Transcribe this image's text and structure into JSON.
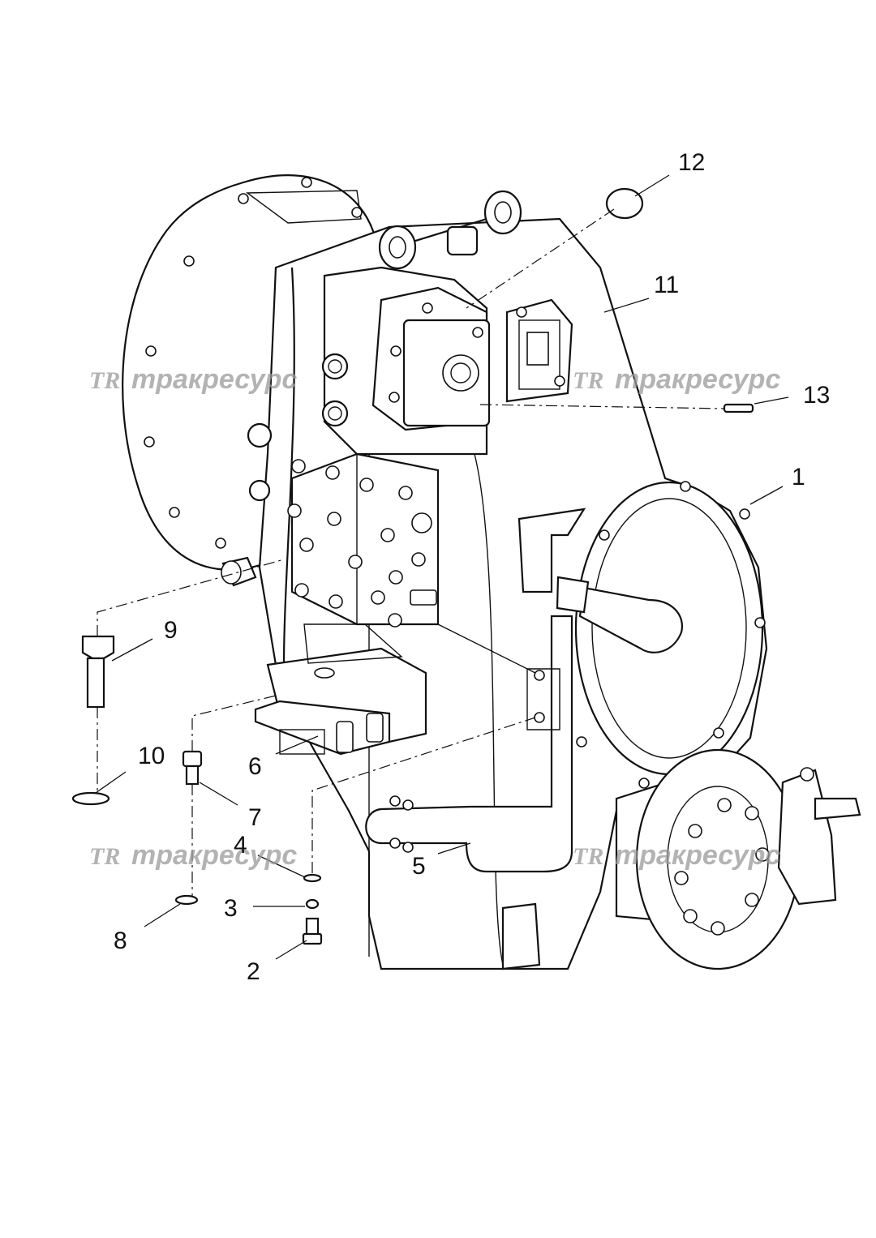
{
  "diagram": {
    "watermark": {
      "logo": "TR",
      "text": "тракресурс"
    },
    "callouts": {
      "c1": "1",
      "c2": "2",
      "c3": "3",
      "c4": "4",
      "c5": "5",
      "c6": "6",
      "c7": "7",
      "c8": "8",
      "c9": "9",
      "c10": "10",
      "c11": "11",
      "c12": "12",
      "c13": "13"
    }
  }
}
